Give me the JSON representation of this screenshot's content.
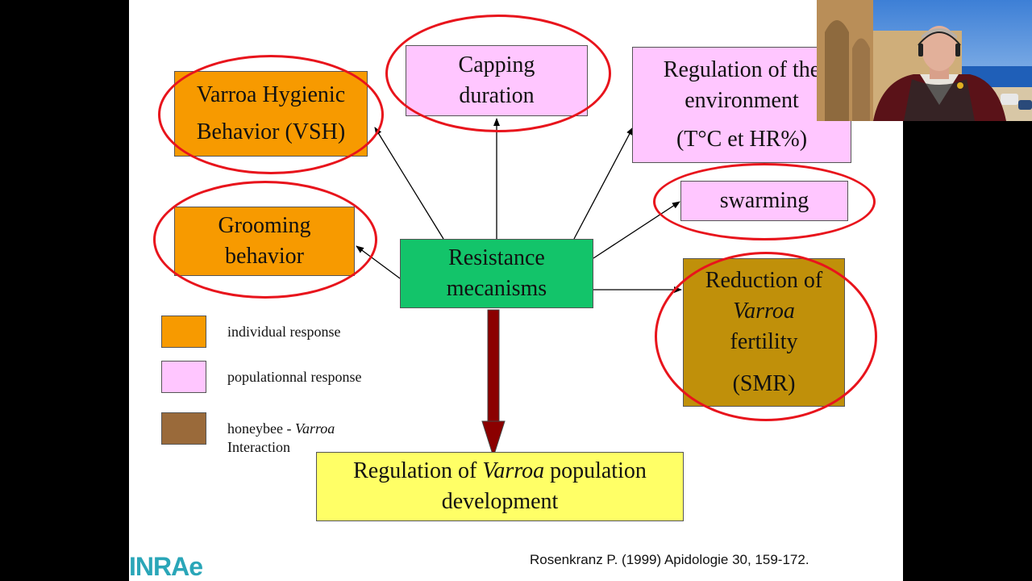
{
  "diagram": {
    "center": "Resistance mecanisms",
    "vsh": [
      "Varroa Hygienic",
      "Behavior (VSH)"
    ],
    "grooming": [
      "Grooming",
      "behavior"
    ],
    "capping": [
      "Capping",
      "duration"
    ],
    "environment": [
      "Regulation of the",
      "environment",
      "(T°C et HR%)"
    ],
    "swarming": "swarming",
    "fertility": {
      "line1": "Reduction of",
      "line2": "Varroa",
      "line3": "fertility",
      "line4": "(SMR)"
    },
    "outcome": {
      "prefix": "Regulation of ",
      "italic": "Varroa",
      "suffix": " population",
      "line2": "development"
    }
  },
  "legend": {
    "individual": "individual response",
    "populational": "populationnal response",
    "interaction_prefix": "honeybee - ",
    "interaction_italic": "Varroa",
    "interaction_line2": "Interaction"
  },
  "footer": {
    "logo": "INRAe",
    "citation": "Rosenkranz P. (1999) Apidologie 30, 159-172."
  },
  "colors": {
    "individual": "#f79a00",
    "populational": "#ffc6ff",
    "interaction": "#9a6a3a",
    "center": "#13c46a",
    "outcome": "#ffff66",
    "ring": "#e8141c",
    "arrow_main": "#8b0000"
  }
}
